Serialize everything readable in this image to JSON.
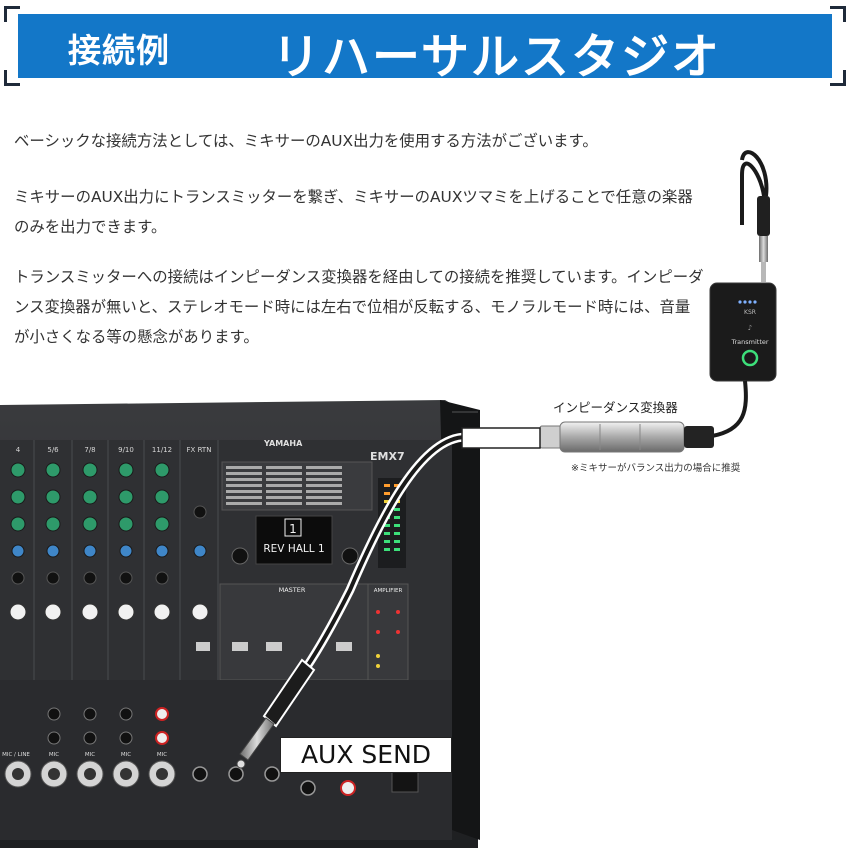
{
  "header": {
    "label": "接続例",
    "title": "リハーサルスタジオ"
  },
  "colors": {
    "banner_blue": "#1377c8",
    "mixer_body": "#2b2c2e",
    "knob_green": "#2e9a6a",
    "knob_blue": "#3f86c8",
    "knob_red": "#d8402b",
    "led_green": "#3de07a"
  },
  "paragraphs": [
    "ベーシックな接続方法としては、ミキサーのAUX出力を使用する方法がございます。",
    "ミキサーのAUX出力にトランスミッターを繋ぎ、ミキサーのAUXツマミを上げることで任意の楽器のみを出力できます。",
    "トランスミッターへの接続はインピーダンス変換器を経由しての接続を推奨しています。インピーダンス変換器が無いと、ステレオモード時には左右で位相が反転する、モノラルモード時には、音量が小さくなる等の懸念があります。"
  ],
  "diagram": {
    "impedance_label": "インピーダンス変換器",
    "impedance_note": "※ミキサーがバランス出力の場合に推奨",
    "aux_send_label": "AUX SEND",
    "transmitter": {
      "label": "Transmitter",
      "brand": "KSR"
    },
    "mixer": {
      "brand": "YAMAHA",
      "model": "EMX7",
      "display_number": "1",
      "display_program": "REV HALL 1",
      "section_master": "MASTER",
      "section_amplifier": "AMPLIFIER",
      "channel_labels": [
        "4",
        "5/6",
        "7/8",
        "9/10",
        "11/12",
        "FX RTN"
      ],
      "input_labels": [
        "MIC / LINE",
        "MIC",
        "MIC",
        "MIC",
        "MIC"
      ]
    }
  }
}
